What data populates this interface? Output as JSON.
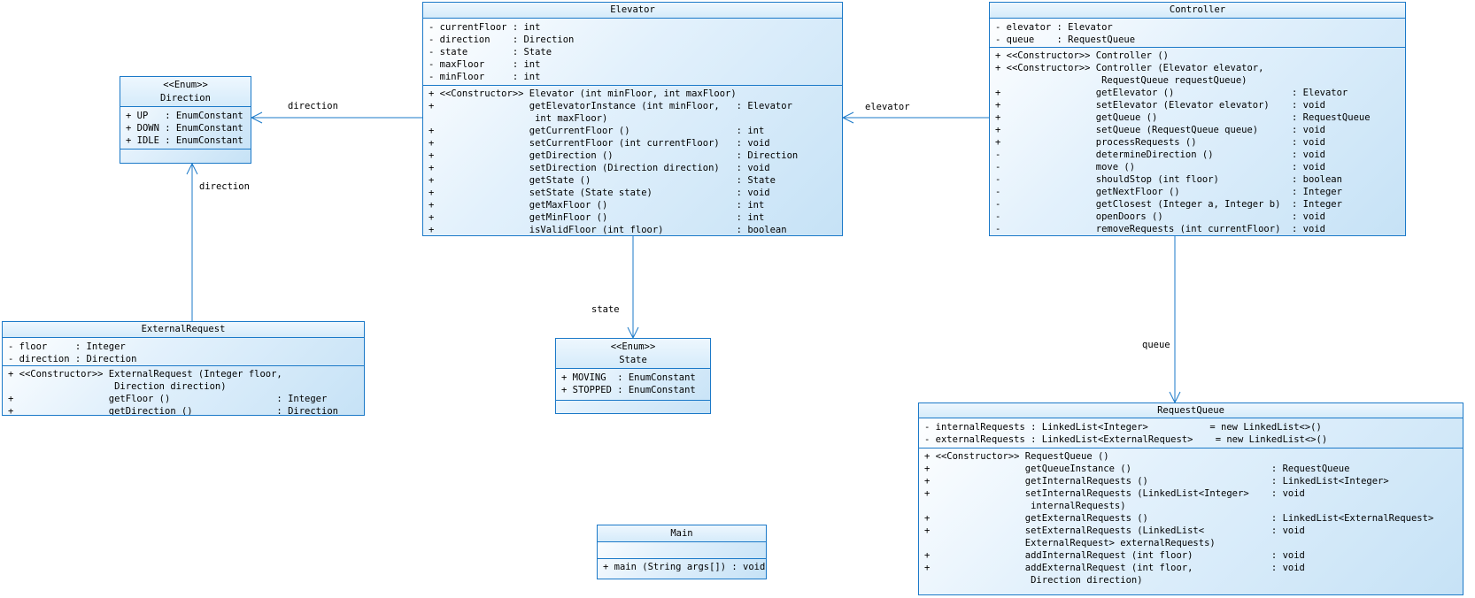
{
  "colors": {
    "line_blue": "#1b79c8",
    "title_fill": "#d9edfb",
    "body_fill_end": "#c6e2f6",
    "text": "#000000"
  },
  "classes": {
    "direction": {
      "stereotype": "<<Enum>>",
      "name": "Direction",
      "attributes": "+ UP   : EnumConstant\n+ DOWN : EnumConstant\n+ IDLE : EnumConstant",
      "methods": ""
    },
    "elevator": {
      "name": "Elevator",
      "attributes": "- currentFloor : int\n- direction    : Direction\n- state        : State\n- maxFloor     : int\n- minFloor     : int",
      "methods": "+ <<Constructor>> Elevator (int minFloor, int maxFloor)\n+                 getElevatorInstance (int minFloor,   : Elevator\n                   int maxFloor)\n+                 getCurrentFloor ()                   : int\n+                 setCurrentFloor (int currentFloor)   : void\n+                 getDirection ()                      : Direction\n+                 setDirection (Direction direction)   : void\n+                 getState ()                          : State\n+                 setState (State state)               : void\n+                 getMaxFloor ()                       : int\n+                 getMinFloor ()                       : int\n+                 isValidFloor (int floor)             : boolean"
    },
    "controller": {
      "name": "Controller",
      "attributes": "- elevator : Elevator\n- queue    : RequestQueue",
      "methods": "+ <<Constructor>> Controller ()\n+ <<Constructor>> Controller (Elevator elevator,\n                   RequestQueue requestQueue)\n+                 getElevator ()                     : Elevator\n+                 setElevator (Elevator elevator)    : void\n+                 getQueue ()                        : RequestQueue\n+                 setQueue (RequestQueue queue)      : void\n+                 processRequests ()                 : void\n-                 determineDirection ()              : void\n-                 move ()                            : void\n-                 shouldStop (int floor)             : boolean\n-                 getNextFloor ()                    : Integer\n-                 getClosest (Integer a, Integer b)  : Integer\n-                 openDoors ()                       : void\n-                 removeRequests (int currentFloor)  : void"
    },
    "externalRequest": {
      "name": "ExternalRequest",
      "attributes": "- floor     : Integer\n- direction : Direction",
      "methods": "+ <<Constructor>> ExternalRequest (Integer floor,\n                   Direction direction)\n+                 getFloor ()                   : Integer\n+                 getDirection ()               : Direction"
    },
    "state": {
      "stereotype": "<<Enum>>",
      "name": "State",
      "attributes": "+ MOVING  : EnumConstant\n+ STOPPED : EnumConstant",
      "methods": ""
    },
    "main": {
      "name": "Main",
      "attributes": "",
      "methods": "+ main (String args[]) : void"
    },
    "requestQueue": {
      "name": "RequestQueue",
      "attributes": "- internalRequests : LinkedList<Integer>           = new LinkedList<>()\n- externalRequests : LinkedList<ExternalRequest>    = new LinkedList<>()",
      "methods": "+ <<Constructor>> RequestQueue ()\n+                 getQueueInstance ()                         : RequestQueue\n+                 getInternalRequests ()                      : LinkedList<Integer>\n+                 setInternalRequests (LinkedList<Integer>    : void\n                   internalRequests)\n+                 getExternalRequests ()                      : LinkedList<ExternalRequest>\n+                 setExternalRequests (LinkedList<            : void\n                  ExternalRequest> externalRequests)\n+                 addInternalRequest (int floor)              : void\n+                 addExternalRequest (int floor,              : void\n                   Direction direction)"
    }
  },
  "edges": {
    "controller_elevator": {
      "label": "elevator"
    },
    "elevator_direction": {
      "label": "direction"
    },
    "externalrequest_direction": {
      "label": "direction"
    },
    "elevator_state": {
      "label": "state"
    },
    "controller_queue": {
      "label": "queue"
    }
  }
}
